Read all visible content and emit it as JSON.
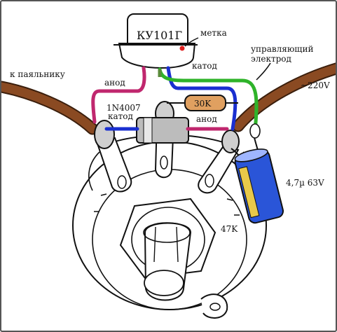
{
  "labels": {
    "thyristor": "КУ101Г",
    "mark": "метка",
    "control_electrode_line1": "управляющий",
    "control_electrode_line2": "электрод",
    "to_soldering_iron": "к паяльнику",
    "cathode_top": "катод",
    "anode_left": "анод",
    "voltage_220": "~220V",
    "diode": "1N4007",
    "resistor": "30K",
    "cathode_left": "катод",
    "anode_right": "анод",
    "capacitor": "4,7µ 63V",
    "potentiometer": "47K"
  },
  "colors": {
    "wire_magenta": "#c0276e",
    "wire_blue": "#1a2fd0",
    "wire_green": "#2fb32a",
    "cable_brown": "#8a4a22",
    "resistor_body": "#e0a060",
    "capacitor_body": "#2a55d8",
    "capacitor_band": "#e8c94a",
    "mark_red": "#e02020"
  }
}
